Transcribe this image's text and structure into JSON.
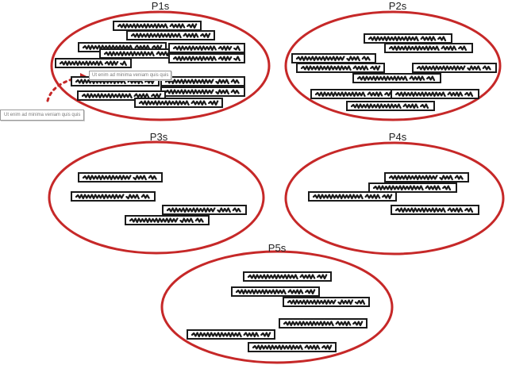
{
  "theme": {
    "ellipse_color": "#c62828",
    "chip_border": "#1a1a1a",
    "tooltip_text": "#7a7a7a"
  },
  "groups": [
    {
      "title": "P1s"
    },
    {
      "title": "P2s"
    },
    {
      "title": "P3s"
    },
    {
      "title": "P4s"
    },
    {
      "title": "P5s"
    }
  ],
  "tooltips": [
    {
      "text": "Ut enim ad minima veniam quis quis"
    },
    {
      "text": "Ut enim ad minima veniam quis quis"
    }
  ]
}
